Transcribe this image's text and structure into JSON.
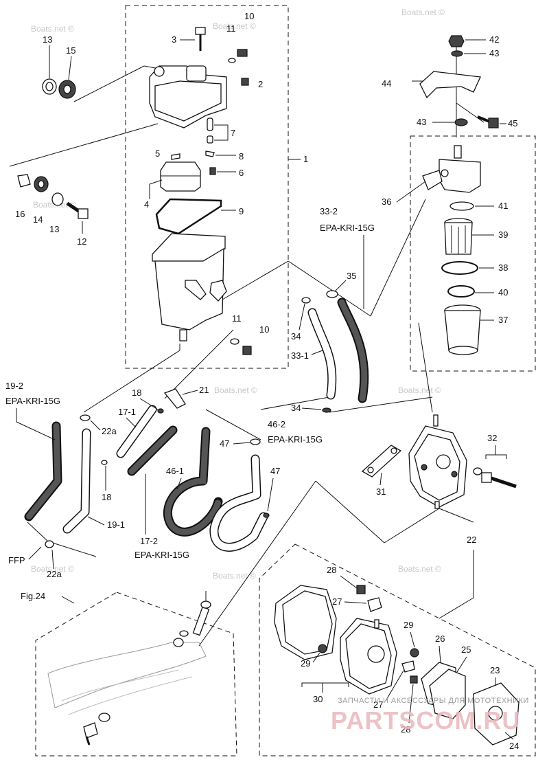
{
  "watermark": "Boats.net ©",
  "footer": {
    "line1": "ЗАПЧАСТИ И АКСЕССУАРЫ ДЛЯ МОТОТЕХНИКИ",
    "line2": "PARTSCOM.RU"
  },
  "labels": {
    "p1": "1",
    "p2": "2",
    "p3": "3",
    "p4": "4",
    "p5": "5",
    "p6": "6",
    "p7": "7",
    "p8": "8",
    "p9": "9",
    "p10a": "10",
    "p10b": "10",
    "p11a": "11",
    "p11b": "11",
    "p12": "12",
    "p13a": "13",
    "p13b": "13",
    "p14": "14",
    "p15": "15",
    "p16": "16",
    "p17_1": "17-1",
    "p17_2": "17-2",
    "p17_2_code": "EPA-KRI-15G",
    "p18a": "18",
    "p18b": "18",
    "p19_1": "19-1",
    "p19_2": "19-2",
    "p19_2_code": "EPA-KRI-15G",
    "p21": "21",
    "p22": "22",
    "p22a_1": "22a",
    "p22a_2": "22a",
    "p23": "23",
    "p24": "24",
    "p25": "25",
    "p26": "26",
    "p27a": "27",
    "p27b": "27",
    "p28a": "28",
    "p28b": "28",
    "p29a": "29",
    "p29b": "29",
    "p30": "30",
    "p31": "31",
    "p32": "32",
    "p33_1": "33-1",
    "p33_2": "33-2",
    "p33_2_code": "EPA-KRI-15G",
    "p34a": "34",
    "p34b": "34",
    "p35": "35",
    "p36": "36",
    "p37": "37",
    "p38": "38",
    "p39": "39",
    "p40": "40",
    "p41": "41",
    "p42": "42",
    "p43a": "43",
    "p43b": "43",
    "p44": "44",
    "p45": "45",
    "p46_1": "46-1",
    "p46_2": "46-2",
    "p46_2_code": "EPA-KRI-15G",
    "p47a": "47",
    "p47b": "47",
    "ffp": "FFP",
    "fig": "Fig.24"
  }
}
